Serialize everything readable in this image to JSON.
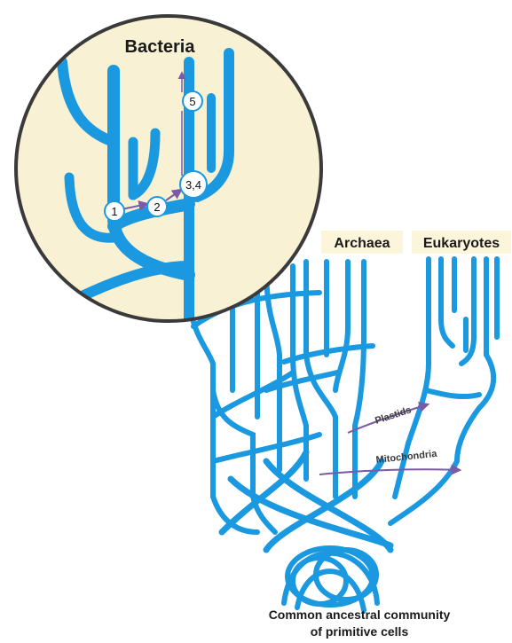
{
  "title_bacteria": "Bacteria",
  "label_archaea": "Archaea",
  "label_eukaryotes": "Eukaryotes",
  "transfer_plastids": "Plastids",
  "transfer_mitochondria": "Mitochondria",
  "root_label_line1": "Common ancestral community",
  "root_label_line2": "of primitive cells",
  "events": [
    "1",
    "2",
    "3,4",
    "5"
  ],
  "colors": {
    "branch": "#1a98e0",
    "zoom_fill": "#f8f1d3",
    "zoom_border": "#3a3a3a",
    "arrow": "#7b5aa8",
    "label_bg": "#fbf5dc"
  }
}
